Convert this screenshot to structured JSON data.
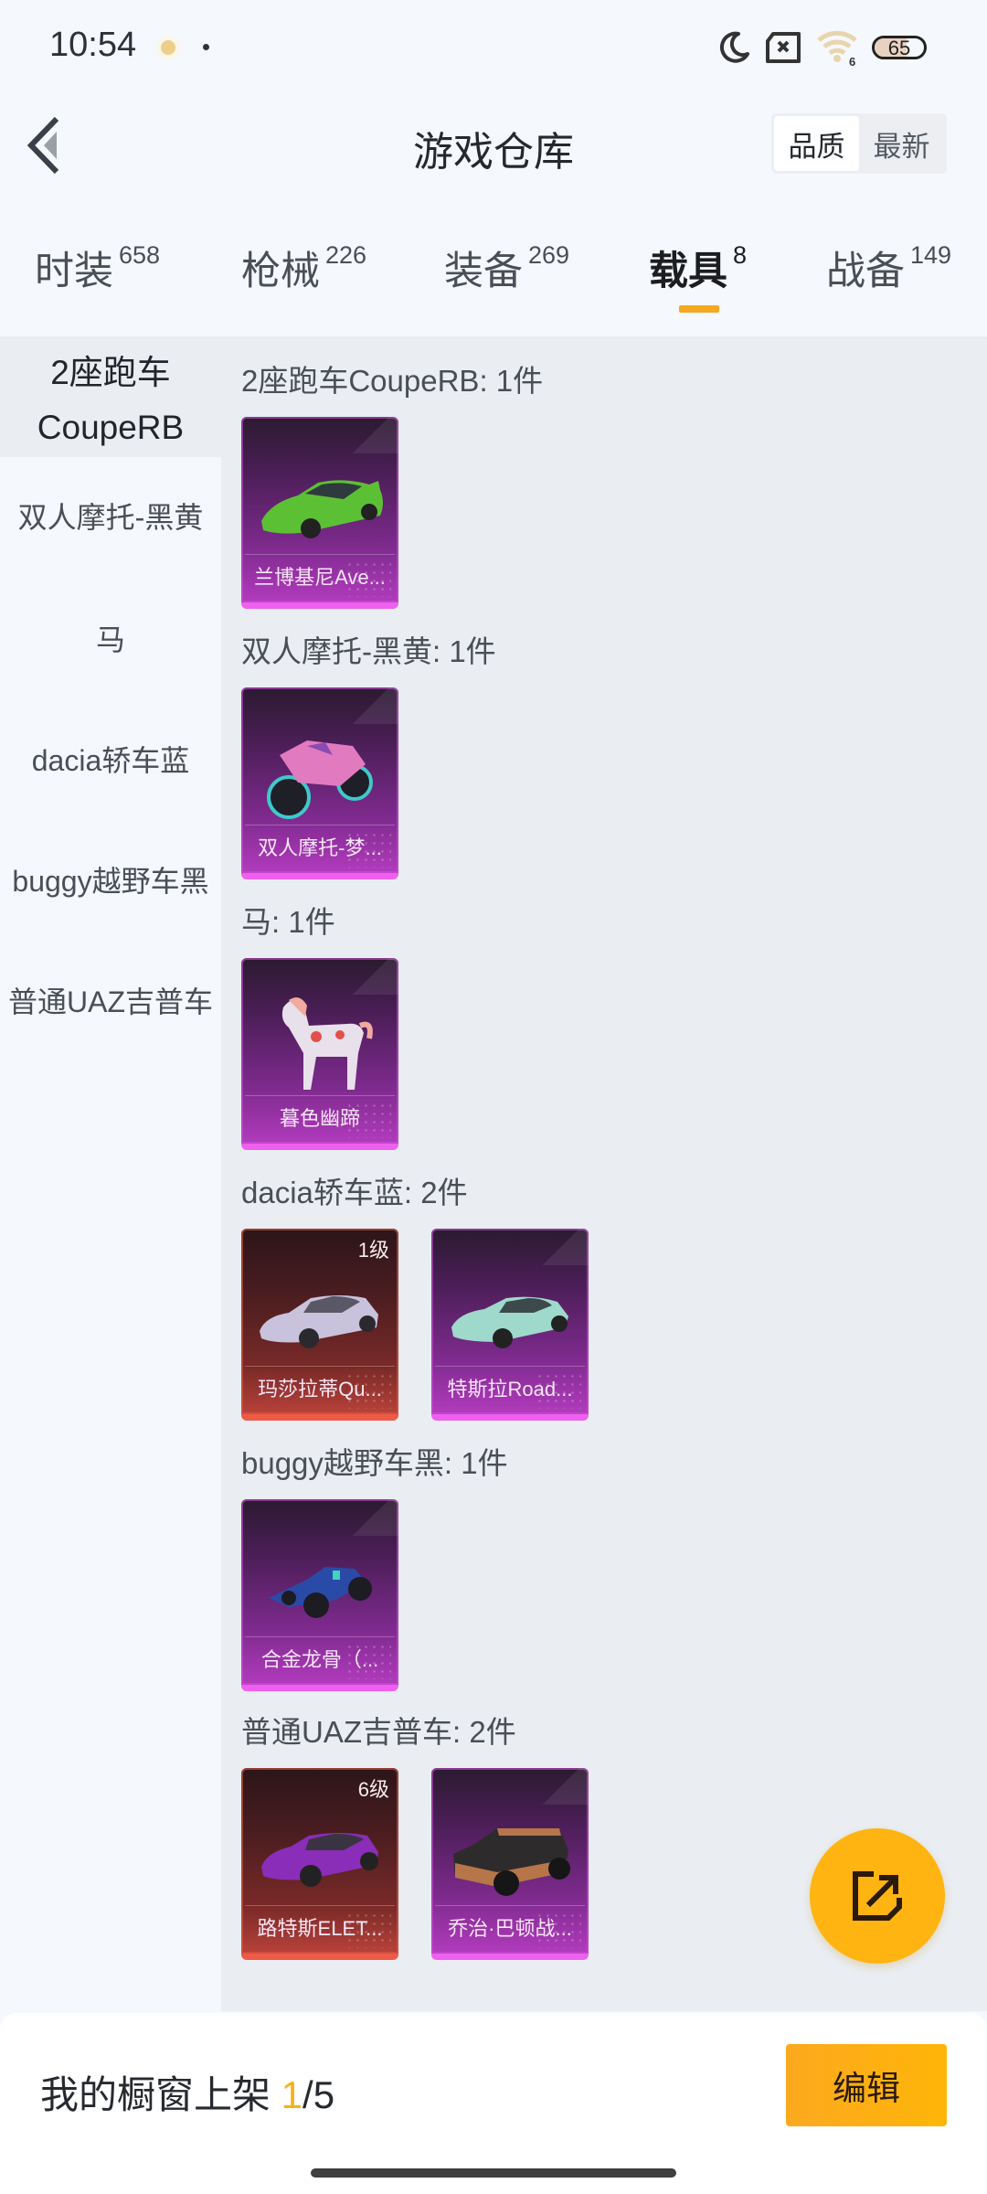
{
  "status_bar": {
    "time": "10:54",
    "battery": "65",
    "wifi_label": "6",
    "icons": [
      "sun-icon",
      "dot-icon",
      "moon-icon",
      "sim-off-icon",
      "wifi-icon",
      "battery-icon"
    ]
  },
  "header": {
    "title": "游戏仓库",
    "back_icon": "chevron-left-icon",
    "sort_options": [
      {
        "label": "品质",
        "active": true
      },
      {
        "label": "最新",
        "active": false
      }
    ]
  },
  "tabs": [
    {
      "label": "时装",
      "count": "658",
      "active": false
    },
    {
      "label": "枪械",
      "count": "226",
      "active": false
    },
    {
      "label": "装备",
      "count": "269",
      "active": false
    },
    {
      "label": "载具",
      "count": "8",
      "active": true
    },
    {
      "label": "战备",
      "count": "149",
      "active": false
    }
  ],
  "colors": {
    "accent": "#f6a820",
    "fab": "#ffb411",
    "purple_tier": "#b23bbd",
    "red_tier": "#b9423a",
    "content_bg": "#eaeef3",
    "page_bg": "#f5f8fc"
  },
  "sidebar": {
    "items": [
      {
        "label": "2座跑车CoupeRB",
        "line1": "2座跑车",
        "line2": "CoupeRB",
        "active": true
      },
      {
        "label": "双人摩托-黑黄",
        "active": false
      },
      {
        "label": "马",
        "active": false
      },
      {
        "label": "dacia轿车蓝",
        "active": false
      },
      {
        "label": "buggy越野车黑",
        "active": false
      },
      {
        "label": "普通UAZ吉普车",
        "active": false
      }
    ]
  },
  "groups": [
    {
      "title": "2座跑车CoupeRB: 1件",
      "items": [
        {
          "name": "兰博基尼Ave...",
          "tier": "purple",
          "level": "",
          "image": "green-sports-car"
        }
      ]
    },
    {
      "title": "双人摩托-黑黄: 1件",
      "items": [
        {
          "name": "双人摩托-梦...",
          "tier": "purple",
          "level": "",
          "image": "pink-motorcycle"
        }
      ]
    },
    {
      "title": "马: 1件",
      "items": [
        {
          "name": "暮色幽蹄",
          "tier": "purple",
          "level": "",
          "image": "white-horse"
        }
      ]
    },
    {
      "title": "dacia轿车蓝: 2件",
      "items": [
        {
          "name": "玛莎拉蒂Qu...",
          "tier": "red",
          "level": "1级",
          "image": "pearl-sedan"
        },
        {
          "name": "特斯拉Road...",
          "tier": "purple",
          "level": "",
          "image": "mint-roadster"
        }
      ]
    },
    {
      "title": "buggy越野车黑: 1件",
      "items": [
        {
          "name": "合金龙骨（...",
          "tier": "purple",
          "level": "",
          "image": "blue-buggy"
        }
      ]
    },
    {
      "title": "普通UAZ吉普车: 2件",
      "items": [
        {
          "name": "路特斯ELET...",
          "tier": "red",
          "level": "6级",
          "image": "purple-suv"
        },
        {
          "name": "乔治·巴顿战...",
          "tier": "purple",
          "level": "",
          "image": "armored-jeep"
        }
      ]
    }
  ],
  "fab": {
    "icon": "share-external-icon"
  },
  "bottom_bar": {
    "label": "我的橱窗上架 ",
    "current": "1",
    "total": "/5",
    "edit_label": "编辑"
  }
}
